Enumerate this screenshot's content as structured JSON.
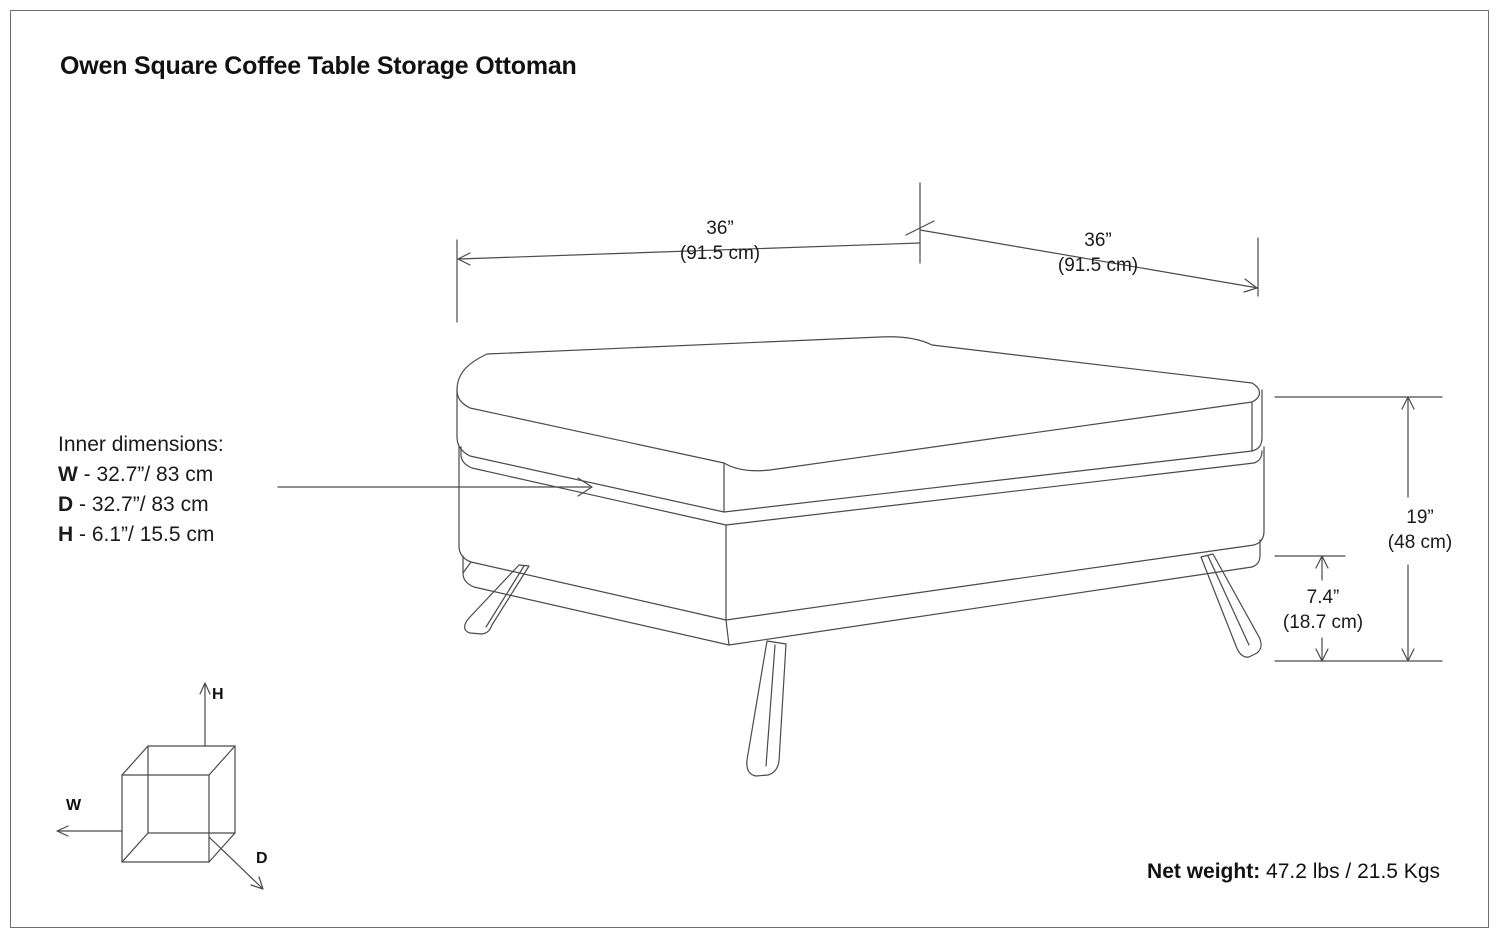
{
  "document": {
    "title": "Owen Square Coffee Table Storage Ottoman",
    "background_color": "#ffffff",
    "border_color": "#6e6e6e",
    "line_color": "#4a4a4a",
    "text_color": "#1a1a1a"
  },
  "inner_dimensions": {
    "heading": "Inner dimensions:",
    "rows": [
      {
        "axis": "W",
        "value": "- 32.7”/ 83 cm"
      },
      {
        "axis": "D",
        "value": "- 32.7”/ 83 cm"
      },
      {
        "axis": "H",
        "value": "- 6.1”/ 15.5 cm"
      }
    ]
  },
  "dimensions": {
    "width_in": "36”",
    "width_cm": "(91.5 cm)",
    "depth_in": "36”",
    "depth_cm": "(91.5 cm)",
    "height_in": "19”",
    "height_cm": "(48 cm)",
    "clearance_in": "7.4”",
    "clearance_cm": "(18.7 cm)"
  },
  "weight": {
    "label": "Net weight:",
    "value": "47.2 lbs / 21.5 Kgs"
  },
  "axis_key": {
    "height": "H",
    "width": "W",
    "depth": "D"
  },
  "product": {
    "type": "square storage ottoman",
    "view": "three-quarter perspective line drawing",
    "features": [
      "lift-off cushion lid",
      "upholstered body",
      "four splayed tapered wooden legs"
    ]
  }
}
